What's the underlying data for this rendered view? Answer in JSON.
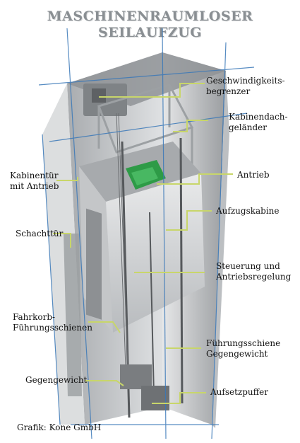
{
  "title": {
    "line1": "MASCHINENRAUMLOSER",
    "line2": "SEILAUFZUG"
  },
  "labels": {
    "geschwindigkeitsbegrenzer": "Geschwindigkeits-\nbegrenzer",
    "kabinendachgelaender": "Kabinendach-\ngeländer",
    "kabinentuer": "Kabinentür\nmit Antrieb",
    "antrieb": "Antrieb",
    "aufzugskabine": "Aufzugskabine",
    "schachttuer": "Schachttür",
    "steuerung": "Steuerung und\nAntriebsregelung",
    "fahrkorb": "Fahrkorb-\nFührungsschienen",
    "fuehrungsschiene": "Führungsschiene\nGegengewicht",
    "gegengewicht": "Gegengewicht",
    "aufsetzpuffer": "Aufsetzpuffer"
  },
  "credit": "Grafik: Kone GmbH",
  "colors": {
    "leader": "#c8d66a",
    "guide_lines": "#3a78b8",
    "shaft": "#c9cbcd",
    "drive": "#2e9b47"
  }
}
